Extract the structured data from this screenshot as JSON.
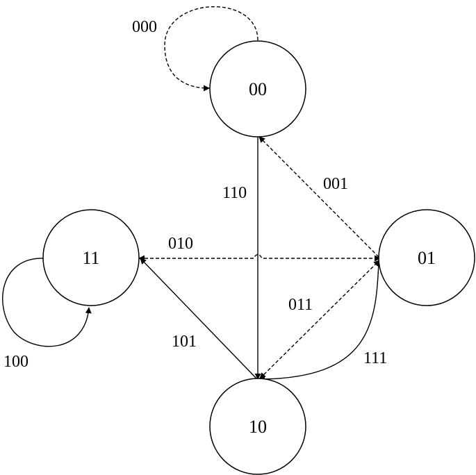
{
  "states": [
    {
      "id": "s00",
      "label": "00"
    },
    {
      "id": "s01",
      "label": "01"
    },
    {
      "id": "s10",
      "label": "10"
    },
    {
      "id": "s11",
      "label": "11"
    }
  ],
  "transitions": [
    {
      "id": "t000",
      "label": "000",
      "from": "00",
      "to": "00",
      "style": "dashed"
    },
    {
      "id": "t001",
      "label": "001",
      "from": "01",
      "to": "00",
      "style": "dashed"
    },
    {
      "id": "t110",
      "label": "110",
      "from": "00",
      "to": "10",
      "style": "solid"
    },
    {
      "id": "t010",
      "label": "010",
      "from": "11",
      "to": "01",
      "style": "dashed",
      "bidirectional": true
    },
    {
      "id": "t011",
      "label": "011",
      "from": "10",
      "to": "01",
      "style": "dashed",
      "bidirectional": true
    },
    {
      "id": "t101",
      "label": "101",
      "from": "10",
      "to": "11",
      "style": "solid"
    },
    {
      "id": "t111",
      "label": "111",
      "from": "01",
      "to": "10",
      "style": "solid"
    },
    {
      "id": "t100",
      "label": "100",
      "from": "11",
      "to": "11",
      "style": "solid"
    }
  ],
  "colors": {
    "stroke": "#000000",
    "background": "#ffffff"
  }
}
